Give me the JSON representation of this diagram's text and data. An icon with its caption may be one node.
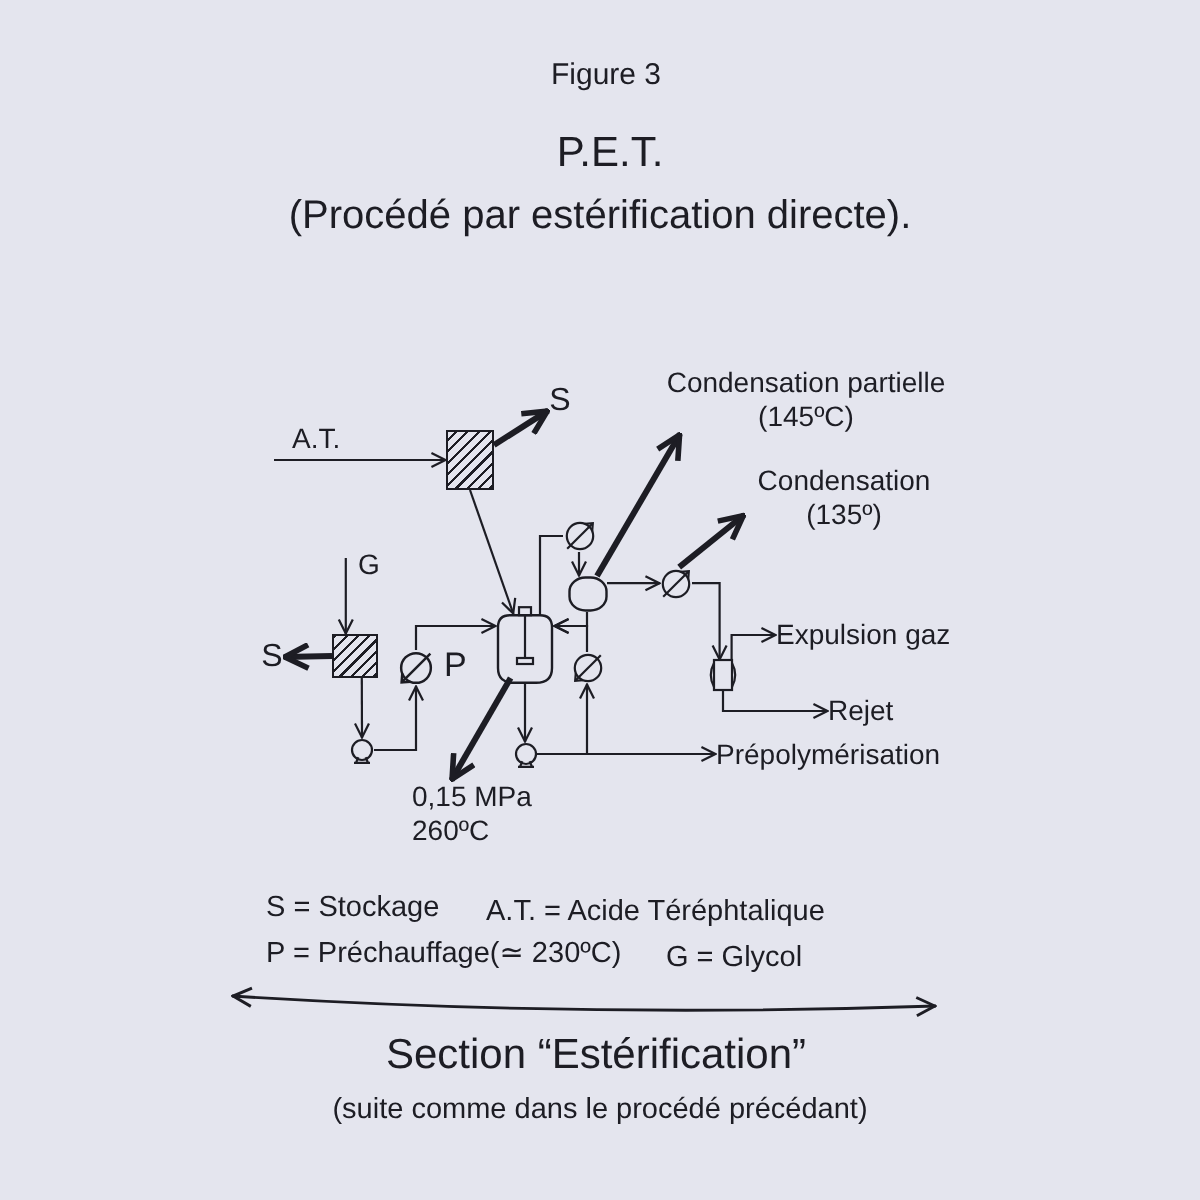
{
  "diagram": {
    "title": "P.E.T.",
    "nodes": [
      {
        "text": [],
        "shape": "box"
      },
      {
        "text": [
          "S"
        ]
      },
      {
        "text": [
          "Condensation partielle (145ºC)"
        ]
      },
      {
        "text": [
          "Condensation (135º)"
        ]
      },
      {
        "text": [],
        "shape": "circle"
      },
      {
        "text": [],
        "shape": "drum"
      },
      {
        "text": [],
        "shape": "circle"
      },
      {
        "text": [],
        "shape": "box"
      },
      {
        "text": [
          "S"
        ]
      },
      {
        "text": [],
        "shape": "circle",
        "beside": [
          "P"
        ]
      },
      {
        "text": [],
        "shape": "vessel"
      },
      {
        "text": [
          "Expulsion gaz"
        ]
      },
      {
        "text": [],
        "shape": "drum"
      },
      {
        "text": [],
        "shape": "circle"
      },
      {
        "text": [
          "Rejet"
        ]
      },
      {
        "text": [],
        "shape": "pump"
      },
      {
        "text": [],
        "shape": "pump"
      },
      {
        "text": [
          "Prépolymérisation"
        ]
      },
      {
        "text": [
          "0,15 MPa 260ºC"
        ]
      }
    ],
    "edges": [
      {
        "from": null,
        "to": 0,
        "arrow": "to",
        "label": "A.T."
      },
      {
        "from": 0,
        "to": 1,
        "arrow": "to",
        "style": "thick"
      },
      {
        "from": 0,
        "to": 10,
        "arrow": "to"
      },
      {
        "from": null,
        "to": 7,
        "arrow": "to",
        "label": "G"
      },
      {
        "from": 7,
        "to": 8,
        "arrow": "to",
        "style": "thick"
      },
      {
        "from": 7,
        "to": 15,
        "arrow": "to"
      },
      {
        "from": 15,
        "to": 9,
        "arrow": "to"
      },
      {
        "from": 9,
        "to": 10,
        "arrow": "to"
      },
      {
        "from": 10,
        "to": 4,
        "arrow": "none"
      },
      {
        "from": 4,
        "to": 5,
        "arrow": "to"
      },
      {
        "from": 5,
        "to": 2,
        "arrow": "to",
        "style": "thick"
      },
      {
        "from": 5,
        "to": 6,
        "arrow": "to"
      },
      {
        "from": 6,
        "to": 3,
        "arrow": "to",
        "style": "thick"
      },
      {
        "from": 6,
        "to": 12,
        "arrow": "to"
      },
      {
        "from": 12,
        "to": 11,
        "arrow": "to"
      },
      {
        "from": 12,
        "to": 14,
        "arrow": "to"
      },
      {
        "from": 5,
        "to": 10,
        "arrow": "to"
      },
      {
        "from": 10,
        "to": 16,
        "arrow": "to"
      },
      {
        "from": 16,
        "to": 17,
        "arrow": "to"
      },
      {
        "from": 16,
        "to": 13,
        "arrow": "to"
      },
      {
        "from": 13,
        "to": 10,
        "arrow": "to"
      },
      {
        "from": 10,
        "to": 18,
        "arrow": "to",
        "style": "thick"
      }
    ],
    "labels": [
      "Figure 3",
      "(Procédé par estérification directe).",
      "S = Stockage",
      "A.T. = Acide Téréphtalique",
      "P = Préchauffage(≃ 230ºC)",
      "G = Glycol",
      "Section “Estérification”",
      "(suite comme dans le procédé précédant)"
    ]
  }
}
